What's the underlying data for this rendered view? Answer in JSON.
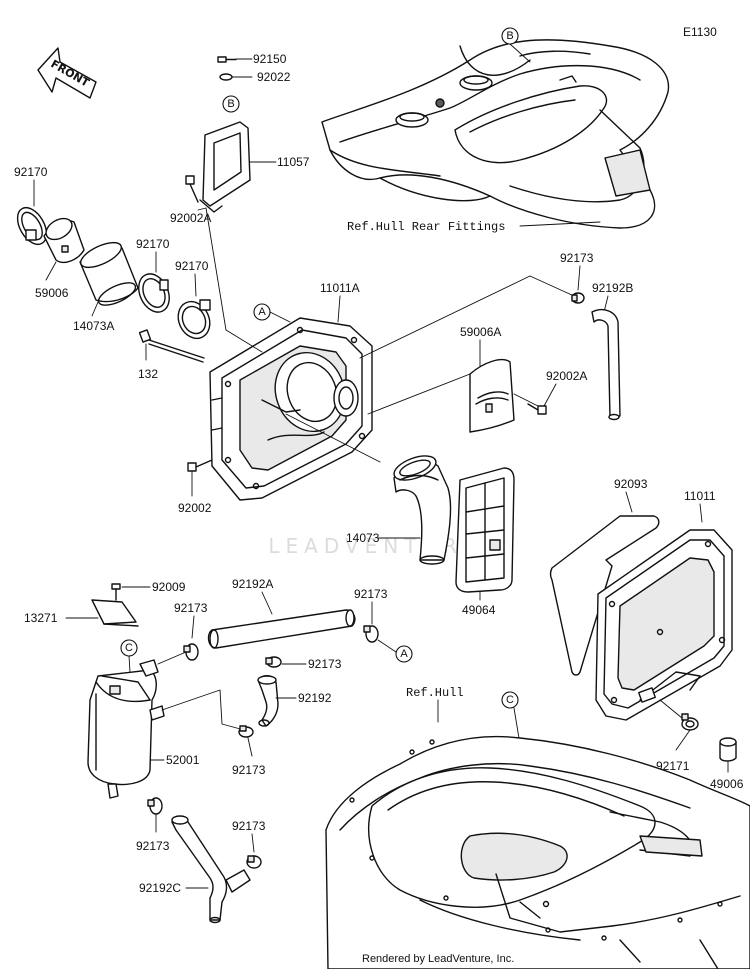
{
  "diagram": {
    "code": "E1130",
    "direction_label": "FRONT",
    "watermark": "LEADVENTURE",
    "footer": "Rendered by LeadVenture, Inc.",
    "references": {
      "hull_rear_fittings": "Ref.Hull Rear Fittings",
      "hull": "Ref.Hull"
    },
    "connector_marks": {
      "A": "A",
      "B": "B",
      "C": "C"
    },
    "part_numbers": {
      "p92150": "92150",
      "p92022": "92022",
      "p11057": "11057",
      "p92170_a": "92170",
      "p92002A_a": "92002A",
      "p92170_b": "92170",
      "p92170_c": "92170",
      "p59006": "59006",
      "p14073A": "14073A",
      "p11011A": "11011A",
      "p132": "132",
      "p92173_a": "92173",
      "p92192B": "92192B",
      "p59006A": "59006A",
      "p92002A_b": "92002A",
      "p92002": "92002",
      "p14073": "14073",
      "p49064": "49064",
      "p92093": "92093",
      "p11011": "11011",
      "p92009": "92009",
      "p13271": "13271",
      "p92173_b": "92173",
      "p92192A": "92192A",
      "p92173_c": "92173",
      "p92173_d": "92173",
      "p92192": "92192",
      "p52001": "52001",
      "p92173_e": "92173",
      "p92173_f": "92173",
      "p92173_g": "92173",
      "p92192C": "92192C",
      "p92171": "92171",
      "p49006": "49006"
    }
  }
}
